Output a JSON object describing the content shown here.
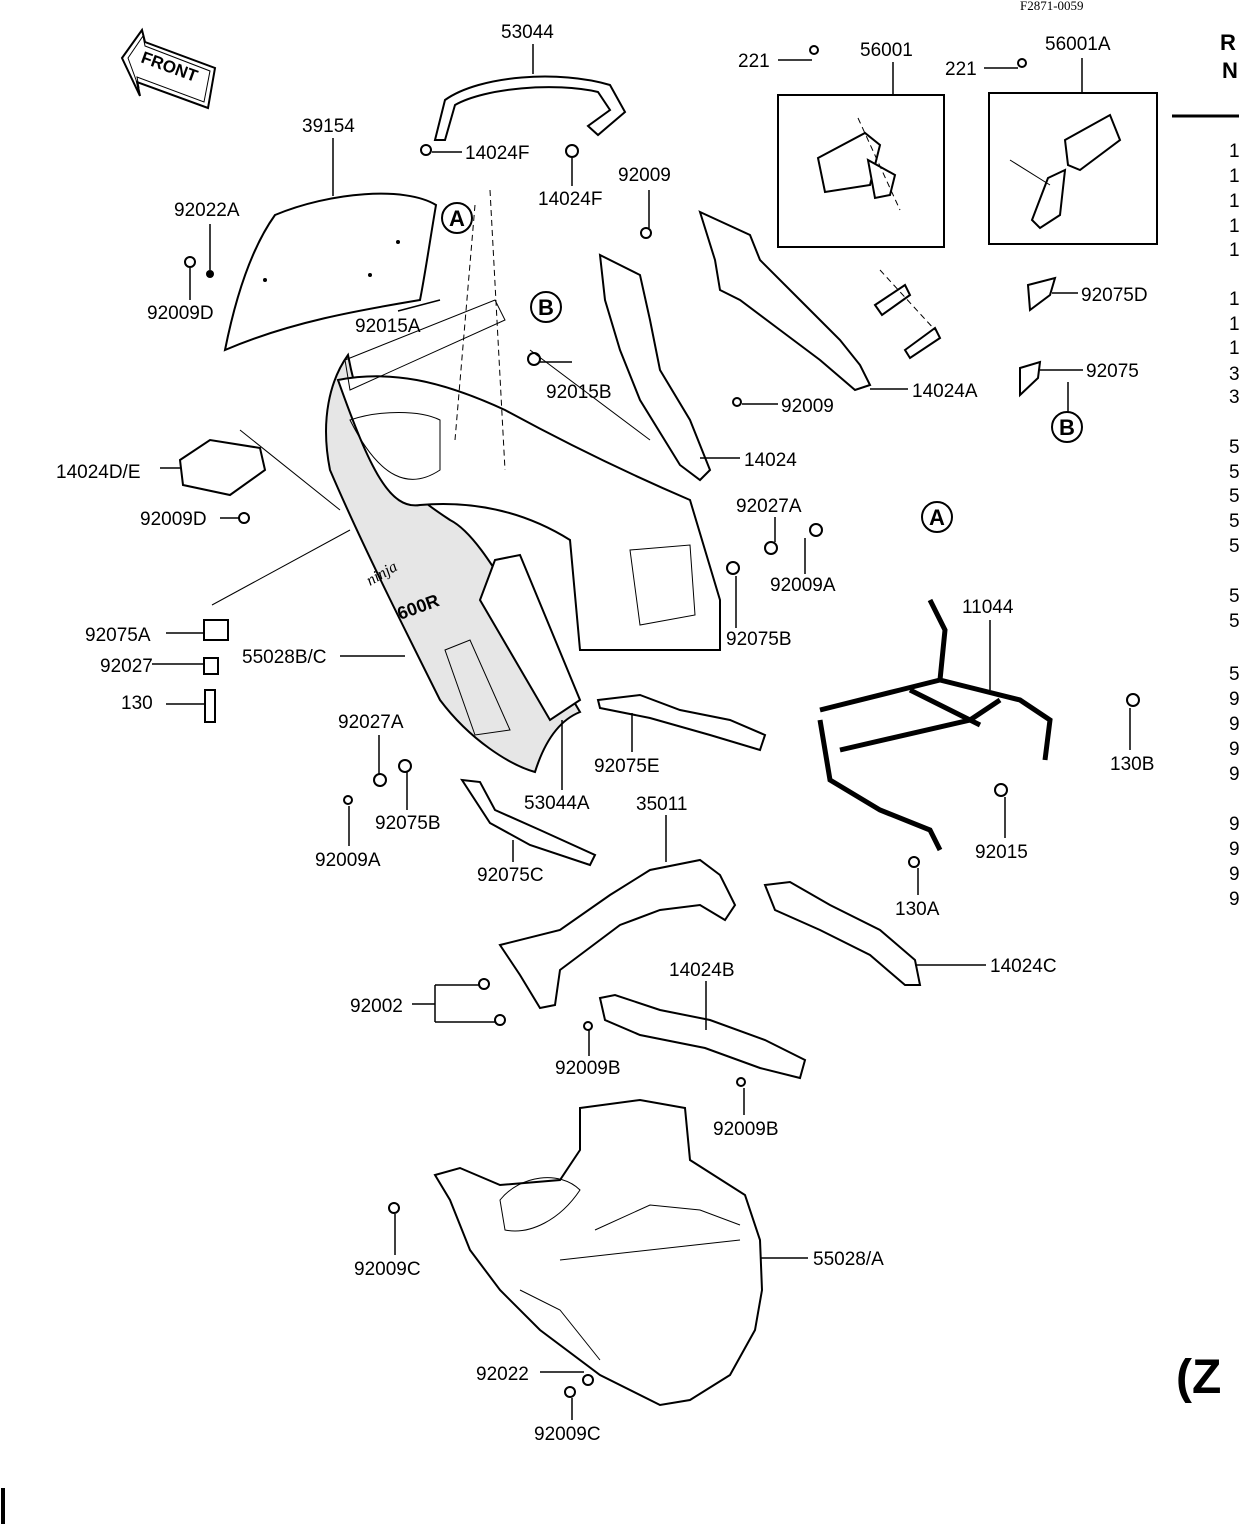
{
  "ref_code": "F2871-0059",
  "front_label": "FRONT",
  "callouts": {
    "p53044": "53044",
    "p14024F_1": "14024F",
    "p14024F_2": "14024F",
    "p39154": "39154",
    "p92022A": "92022A",
    "p92009D_1": "92009D",
    "p92015A": "92015A",
    "p92015B": "92015B",
    "p92009_1": "92009",
    "p14024D_E": "14024D/E",
    "p92009D_2": "92009D",
    "p92075A": "92075A",
    "p92027": "92027",
    "p130": "130",
    "p55028B_C": "55028B/C",
    "p221_1": "221",
    "p56001": "56001",
    "p221_2": "221",
    "p56001A": "56001A",
    "p92075D": "92075D",
    "p14024A": "14024A",
    "p92009_2": "92009",
    "p92075": "92075",
    "p14024": "14024",
    "p92027A_1": "92027A",
    "p92009A_1": "92009A",
    "p92075B_1": "92075B",
    "p11044": "11044",
    "p130B": "130B",
    "p92015": "92015",
    "p130A": "130A",
    "p92027A_2": "92027A",
    "p92075B_2": "92075B",
    "p92009A_2": "92009A",
    "p53044A": "53044A",
    "p92075E": "92075E",
    "p35011": "35011",
    "p92075C": "92075C",
    "p14024C": "14024C",
    "p14024B": "14024B",
    "p92002": "92002",
    "p92009B_1": "92009B",
    "p92009B_2": "92009B",
    "p92009C_1": "92009C",
    "p55028_A": "55028/A",
    "p92022": "92022",
    "p92009C_2": "92009C"
  },
  "circle_refs": {
    "A1": "A",
    "B1": "B",
    "B2": "B",
    "A2": "A"
  },
  "right_column": {
    "header": [
      "R",
      "N"
    ],
    "chars": [
      "1",
      "1",
      "1",
      "1",
      "1",
      "1",
      "1",
      "1",
      "3",
      "3",
      "5",
      "5",
      "5",
      "5",
      "5",
      "5",
      "5",
      "5",
      "9",
      "9",
      "9",
      "9",
      "9",
      "9",
      "9",
      "9"
    ],
    "model_tag": "(Z"
  }
}
